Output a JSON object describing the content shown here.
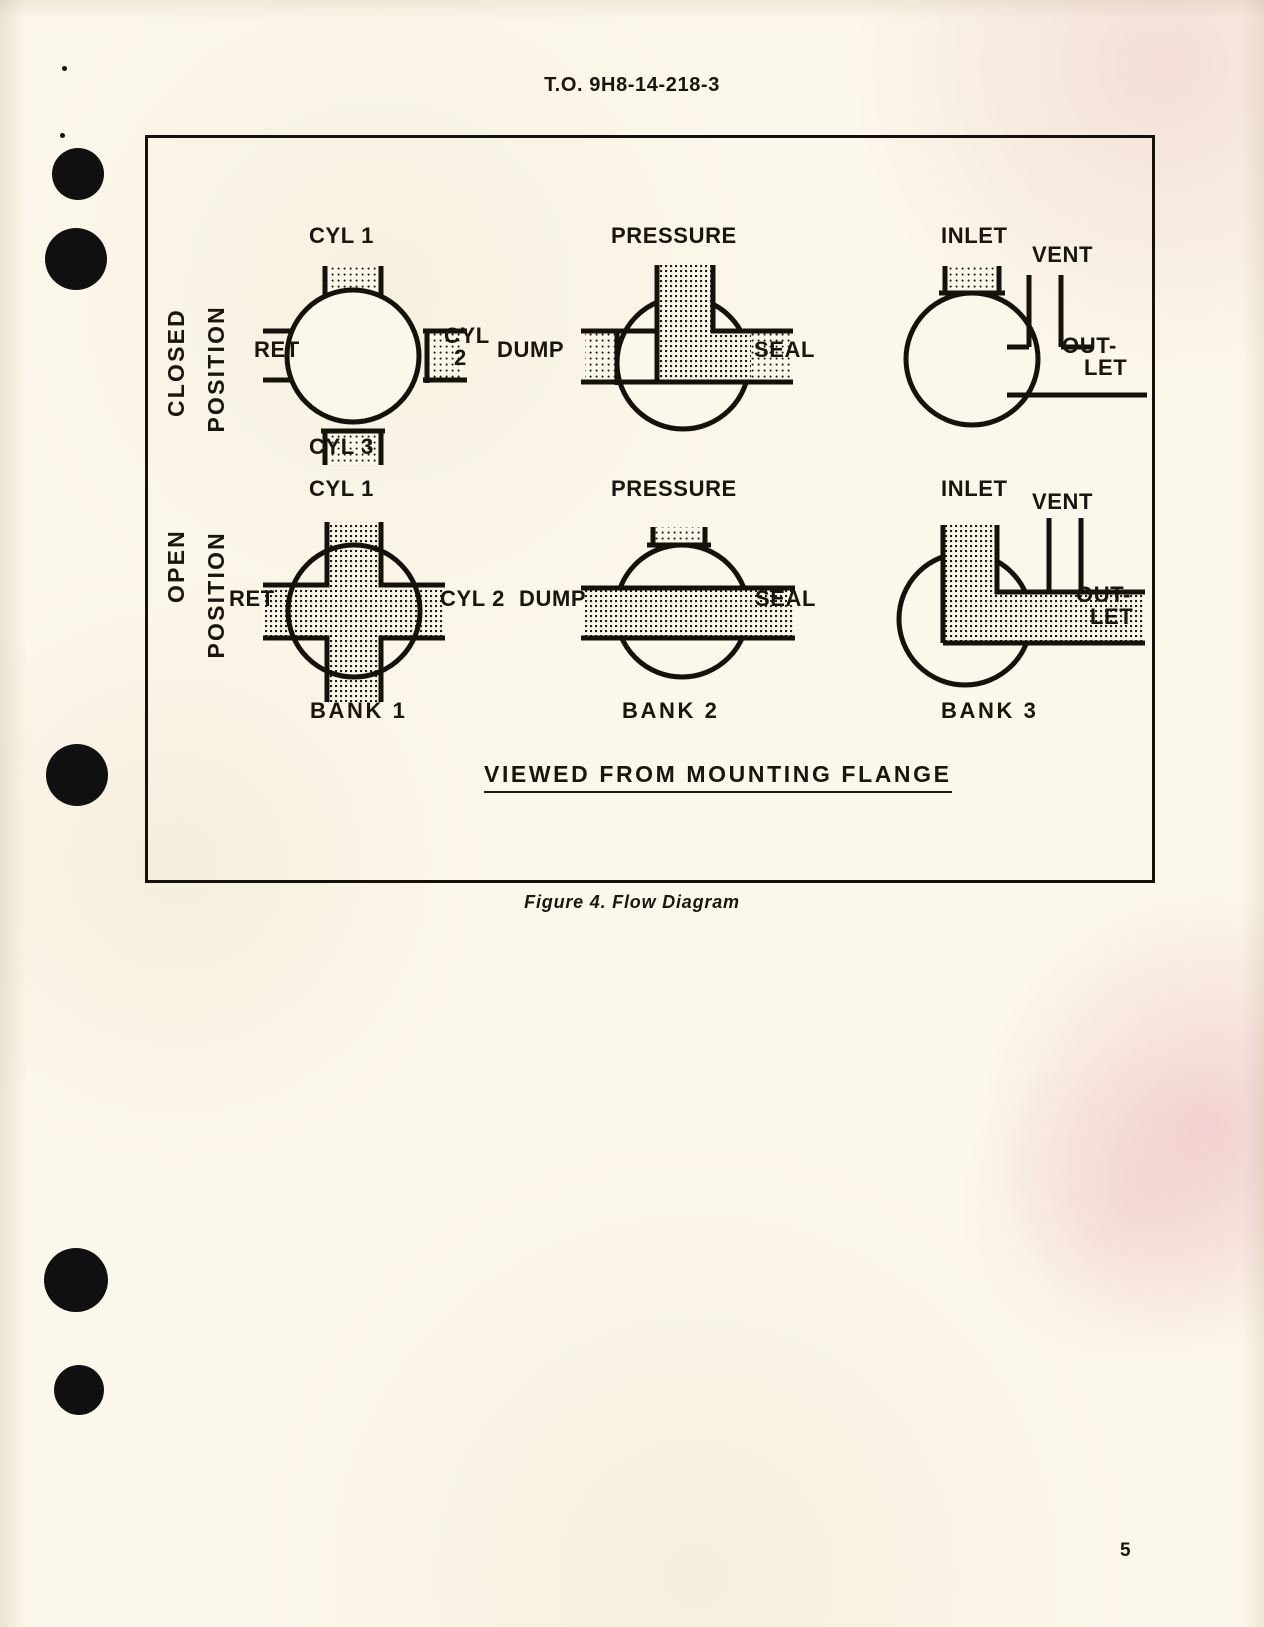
{
  "document": {
    "running_head": "T.O.  9H8-14-218-3",
    "page_number": "5",
    "figure_caption": "Figure 4.   Flow Diagram"
  },
  "figure": {
    "viewed_note": "VIEWED  FROM  MOUNTING  FLANGE",
    "row_labels": [
      {
        "line1": "CLOSED",
        "line2": "POSITION"
      },
      {
        "line1": "OPEN",
        "line2": "POSITION"
      }
    ],
    "bank_labels": [
      "BANK  1",
      "BANK  2",
      "BANK  3"
    ],
    "banks": [
      {
        "name": "BANK  1",
        "closed": {
          "top_label": "CYL  1",
          "left_label": "RET",
          "right_label_line1": "CYL",
          "right_label_line2": "2",
          "bottom_label": "CYL  3"
        },
        "open": {
          "top_label": "CYL  1",
          "left_label": "RET",
          "right_label": "CYL 2",
          "bottom_label": ""
        }
      },
      {
        "name": "BANK  2",
        "closed": {
          "top_label": "PRESSURE",
          "left_label": "DUMP",
          "right_label": "SEAL"
        },
        "open": {
          "top_label": "PRESSURE",
          "left_label": "DUMP",
          "right_label": "SEAL"
        }
      },
      {
        "name": "BANK  3",
        "closed": {
          "top_label": "INLET",
          "vent_label": "VENT",
          "outlet_label_line1": "OUT-",
          "outlet_label_line2": "LET"
        },
        "open": {
          "top_label": "INLET",
          "vent_label": "VENT",
          "outlet_label_line1": "OUT-",
          "outlet_label_line2": "LET"
        }
      }
    ]
  },
  "colors": {
    "paper": "#fbf7ea",
    "ink": "#19160f",
    "stipple": "#1d1a12"
  }
}
